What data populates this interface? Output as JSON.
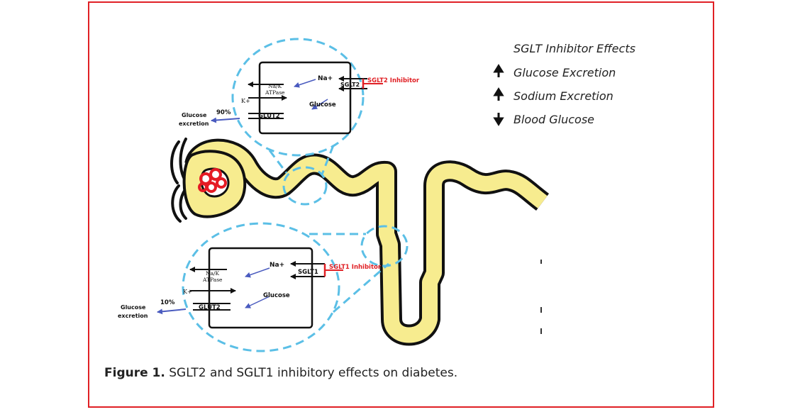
{
  "figure": {
    "caption_label": "Figure 1.",
    "caption_text": " SGLT2 and SGLT1 inhibitory effects on diabetes."
  },
  "effects": {
    "title": "SGLT Inhibitor Effects",
    "items": [
      {
        "direction": "up",
        "label": "Glucose Excretion"
      },
      {
        "direction": "up",
        "label": "Sodium Excretion"
      },
      {
        "direction": "down",
        "label": "Blood Glucose"
      }
    ]
  },
  "top_cell": {
    "na": "Na+",
    "transporter": "SGLT2",
    "inhibitor": "SGLT2 Inhibitor",
    "pump_line1": "Na/K",
    "pump_line2": "ATPase",
    "k": "K+",
    "glucose": "Glucose",
    "glut": "GLUT2",
    "percent": "90%",
    "excretion_line1": "Glucose",
    "excretion_line2": "excretion"
  },
  "bottom_cell": {
    "na": "Na+",
    "transporter": "SGLT1",
    "inhibitor": "SGLT1 Inhibitor",
    "pump_line1": "Na/K",
    "pump_line2": "ATPase",
    "k": "K+",
    "glucose": "Glucose",
    "glut": "GLUT2",
    "percent": "10%",
    "excretion_line1": "Glucose",
    "excretion_line2": "excretion"
  },
  "colors": {
    "frame": "#e02025",
    "tubule": "#f7ec8f",
    "dashed": "#5bbfe6",
    "inhibitor": "#e02025",
    "arrow_blue": "#4a5bbf",
    "glomerulus": "#e51b24"
  }
}
